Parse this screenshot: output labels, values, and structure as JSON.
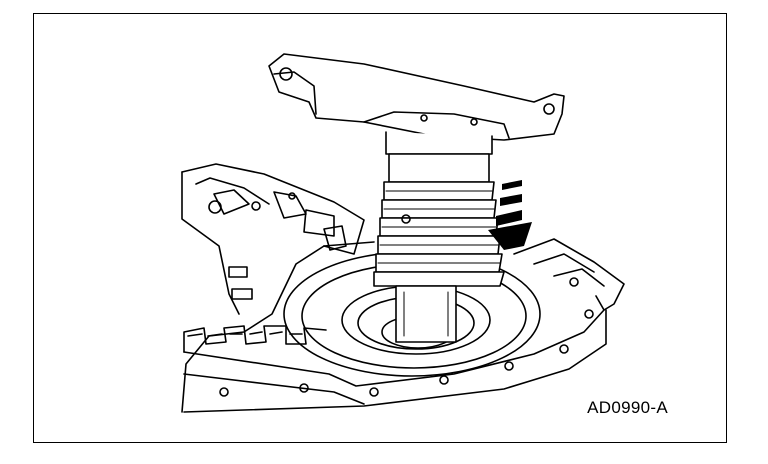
{
  "figure": {
    "label": "AD0990-A"
  },
  "colors": {
    "ink": "#000000",
    "paper": "#ffffff"
  },
  "parts": [
    "transmission-case",
    "pump-assembly",
    "installation-direction-arrow"
  ]
}
